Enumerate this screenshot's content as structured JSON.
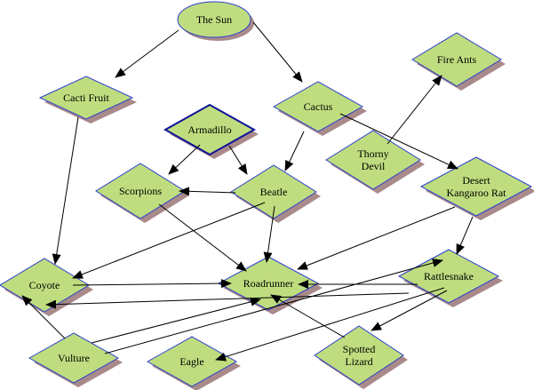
{
  "colors": {
    "node_fill": "#bfdd7f",
    "node_stroke": "#2b3fcf",
    "highlight_stroke": "#10139a",
    "shadow": "#a98a8a",
    "edge": "#000000"
  },
  "nodes": [
    {
      "id": "sun",
      "shape": "ellipse",
      "label": [
        "The Sun"
      ]
    },
    {
      "id": "cacti_fruit",
      "shape": "diamond",
      "label": [
        "Cacti Fruit"
      ]
    },
    {
      "id": "cactus",
      "shape": "diamond",
      "label": [
        "Cactus"
      ]
    },
    {
      "id": "armadillo",
      "shape": "diamond",
      "label": [
        "Armadillo"
      ],
      "selected": true
    },
    {
      "id": "thorny_devil",
      "shape": "diamond",
      "label": [
        "Thorny",
        "Devil"
      ]
    },
    {
      "id": "fire_ants",
      "shape": "diamond",
      "label": [
        "Fire Ants"
      ]
    },
    {
      "id": "kangaroo_rat",
      "shape": "diamond",
      "label": [
        "Desert",
        "Kangaroo Rat"
      ]
    },
    {
      "id": "scorpions",
      "shape": "diamond",
      "label": [
        "Scorpions"
      ]
    },
    {
      "id": "beatle",
      "shape": "diamond",
      "label": [
        "Beatle"
      ]
    },
    {
      "id": "coyote",
      "shape": "diamond",
      "label": [
        "Coyote"
      ]
    },
    {
      "id": "roadrunner",
      "shape": "diamond",
      "label": [
        "Roadrunner"
      ]
    },
    {
      "id": "rattlesnake",
      "shape": "diamond",
      "label": [
        "Rattlesnake"
      ]
    },
    {
      "id": "vulture",
      "shape": "diamond",
      "label": [
        "Vulture"
      ]
    },
    {
      "id": "eagle",
      "shape": "diamond",
      "label": [
        "Eagle"
      ]
    },
    {
      "id": "spotted_lizard",
      "shape": "diamond",
      "label": [
        "Spotted",
        "Lizard"
      ]
    }
  ],
  "edges": [
    {
      "from": "sun",
      "to": "cacti_fruit"
    },
    {
      "from": "sun",
      "to": "cactus"
    },
    {
      "from": "cacti_fruit",
      "to": "coyote"
    },
    {
      "from": "cactus",
      "to": "beatle"
    },
    {
      "from": "cactus",
      "to": "kangaroo_rat"
    },
    {
      "from": "armadillo",
      "to": "scorpions"
    },
    {
      "from": "armadillo",
      "to": "beatle"
    },
    {
      "from": "thorny_devil",
      "to": "fire_ants"
    },
    {
      "from": "beatle",
      "to": "scorpions"
    },
    {
      "from": "scorpions",
      "to": "roadrunner"
    },
    {
      "from": "beatle",
      "to": "coyote"
    },
    {
      "from": "beatle",
      "to": "roadrunner"
    },
    {
      "from": "kangaroo_rat",
      "to": "roadrunner"
    },
    {
      "from": "kangaroo_rat",
      "to": "rattlesnake"
    },
    {
      "from": "coyote",
      "to": "roadrunner"
    },
    {
      "from": "rattlesnake",
      "to": "roadrunner"
    },
    {
      "from": "rattlesnake",
      "to": "coyote"
    },
    {
      "from": "vulture",
      "to": "coyote"
    },
    {
      "from": "vulture",
      "to": "roadrunner"
    },
    {
      "from": "vulture",
      "to": "rattlesnake"
    },
    {
      "from": "rattlesnake",
      "to": "eagle"
    },
    {
      "from": "rattlesnake",
      "to": "spotted_lizard"
    },
    {
      "from": "spotted_lizard",
      "to": "roadrunner"
    }
  ]
}
